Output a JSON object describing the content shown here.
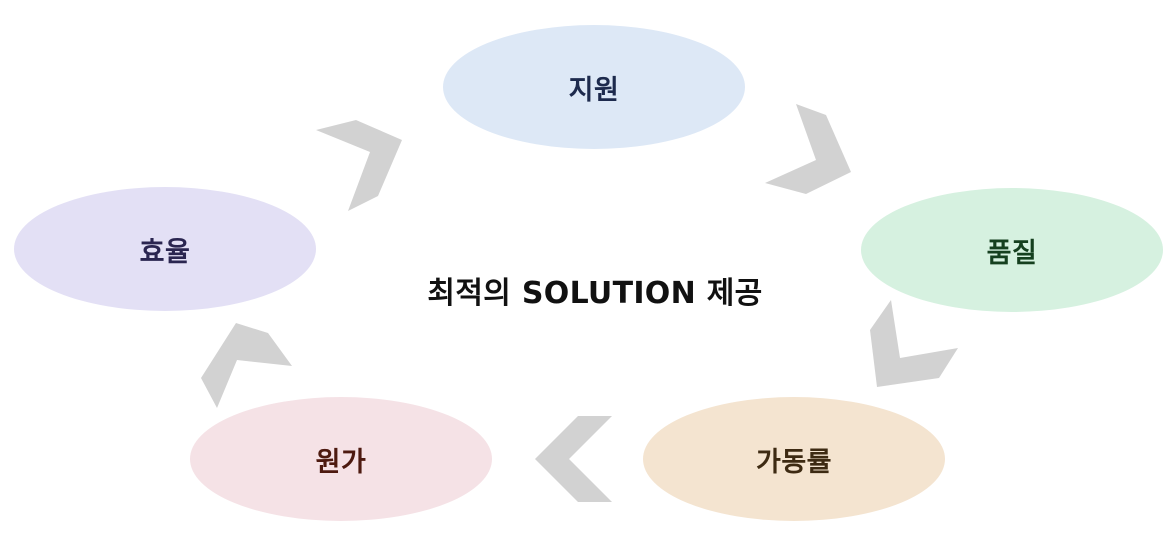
{
  "diagram": {
    "center_title": "최적의 SOLUTION 제공",
    "nodes": [
      {
        "id": "top",
        "label": "지원",
        "fill": "#dde8f6",
        "text_color": "#1d2a4d"
      },
      {
        "id": "right",
        "label": "품질",
        "fill": "#d6f1e0",
        "text_color": "#15401f"
      },
      {
        "id": "br",
        "label": "가동률",
        "fill": "#f4e4d0",
        "text_color": "#3d2a12"
      },
      {
        "id": "bl",
        "label": "원가",
        "fill": "#f5e2e6",
        "text_color": "#4d1a10"
      },
      {
        "id": "left",
        "label": "효율",
        "fill": "#e3e0f5",
        "text_color": "#2a2550"
      }
    ],
    "arrow_color": "#d2d2d2"
  }
}
